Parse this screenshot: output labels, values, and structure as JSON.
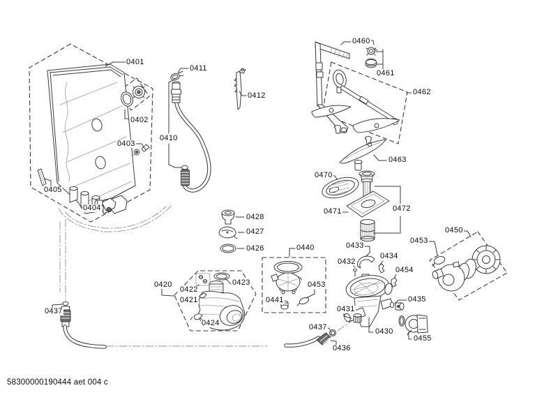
{
  "document": {
    "doc_number": "58300000190444 aet 004 c",
    "background_color": "#ffffff",
    "line_color": "#3a3a3a"
  },
  "diagram": {
    "description_of_pixels": "black-and-white exploded parts line diagram with numbered callouts",
    "callouts": [
      "0401",
      "0402",
      "0403",
      "0404",
      "0405",
      "0410",
      "0411",
      "0412",
      "0420",
      "0421",
      "0422",
      "0423",
      "0424",
      "0426",
      "0427",
      "0428",
      "0430",
      "0431",
      "0432",
      "0433",
      "0434",
      "0435",
      "0436",
      "0437",
      "0437",
      "0440",
      "0441",
      "0450",
      "0453",
      "0453",
      "0454",
      "0455",
      "0460",
      "0461",
      "0462",
      "0463",
      "0470",
      "0471",
      "0472"
    ]
  }
}
